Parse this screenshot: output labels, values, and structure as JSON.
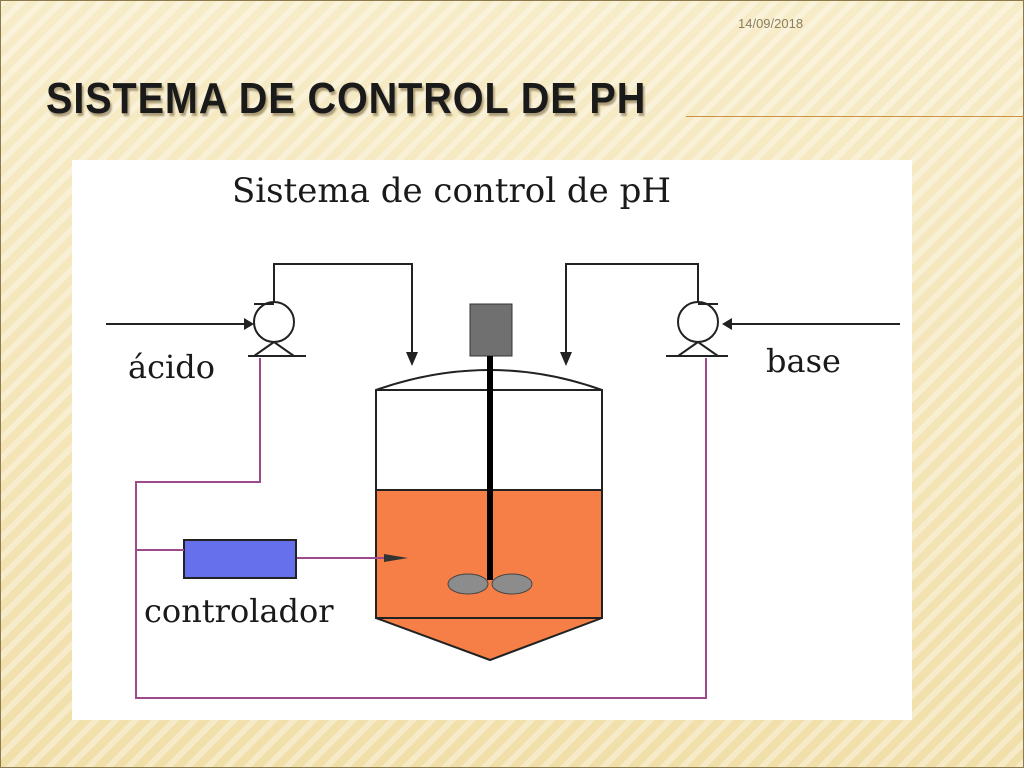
{
  "slide": {
    "date": "14/09/2018",
    "title": "Sistema de control de pH"
  },
  "diagram": {
    "heading": "Sistema de control de pH",
    "labels": {
      "acid": "ácido",
      "base": "base",
      "controller": "controlador"
    },
    "colors": {
      "liquid": "#f57f46",
      "controller_box": "#6670ec",
      "signal_line": "#9c4a8a",
      "motor": "#707070",
      "impeller": "#8c8c8c"
    }
  }
}
